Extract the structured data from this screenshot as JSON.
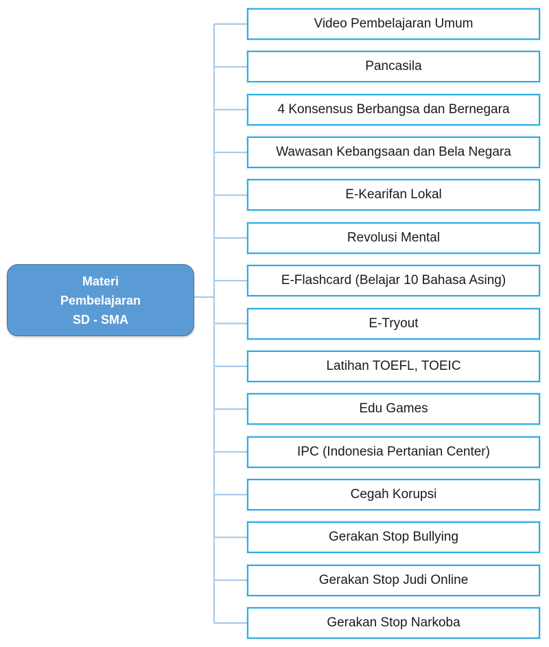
{
  "diagram": {
    "title": "Materi Pembelajaran SD - SMA mind map",
    "root": {
      "lines": [
        "Materi",
        "Pembelajaran",
        "SD - SMA"
      ]
    },
    "items": [
      "Video Pembelajaran Umum",
      "Pancasila",
      "4 Konsensus Berbangsa dan Bernegara",
      "Wawasan Kebangsaan dan Bela Negara",
      "E-Kearifan Lokal",
      "Revolusi Mental",
      "E-Flashcard (Belajar 10 Bahasa Asing)",
      "E-Tryout",
      "Latihan TOEFL, TOEIC",
      "Edu Games",
      "IPC (Indonesia Pertanian Center)",
      "Cegah Korupsi",
      "Gerakan Stop Bullying",
      "Gerakan Stop Judi Online",
      "Gerakan Stop Narkoba"
    ],
    "colors": {
      "background": "#FFFFFF",
      "root_fill": "#5B9BD5",
      "root_border": "#41719C",
      "root_text": "#FFFFFF",
      "item_fill": "#FFFFFF",
      "item_border": "#29ABE2",
      "item_text": "#1A1A1A",
      "connector": "#A3C6E8"
    }
  }
}
